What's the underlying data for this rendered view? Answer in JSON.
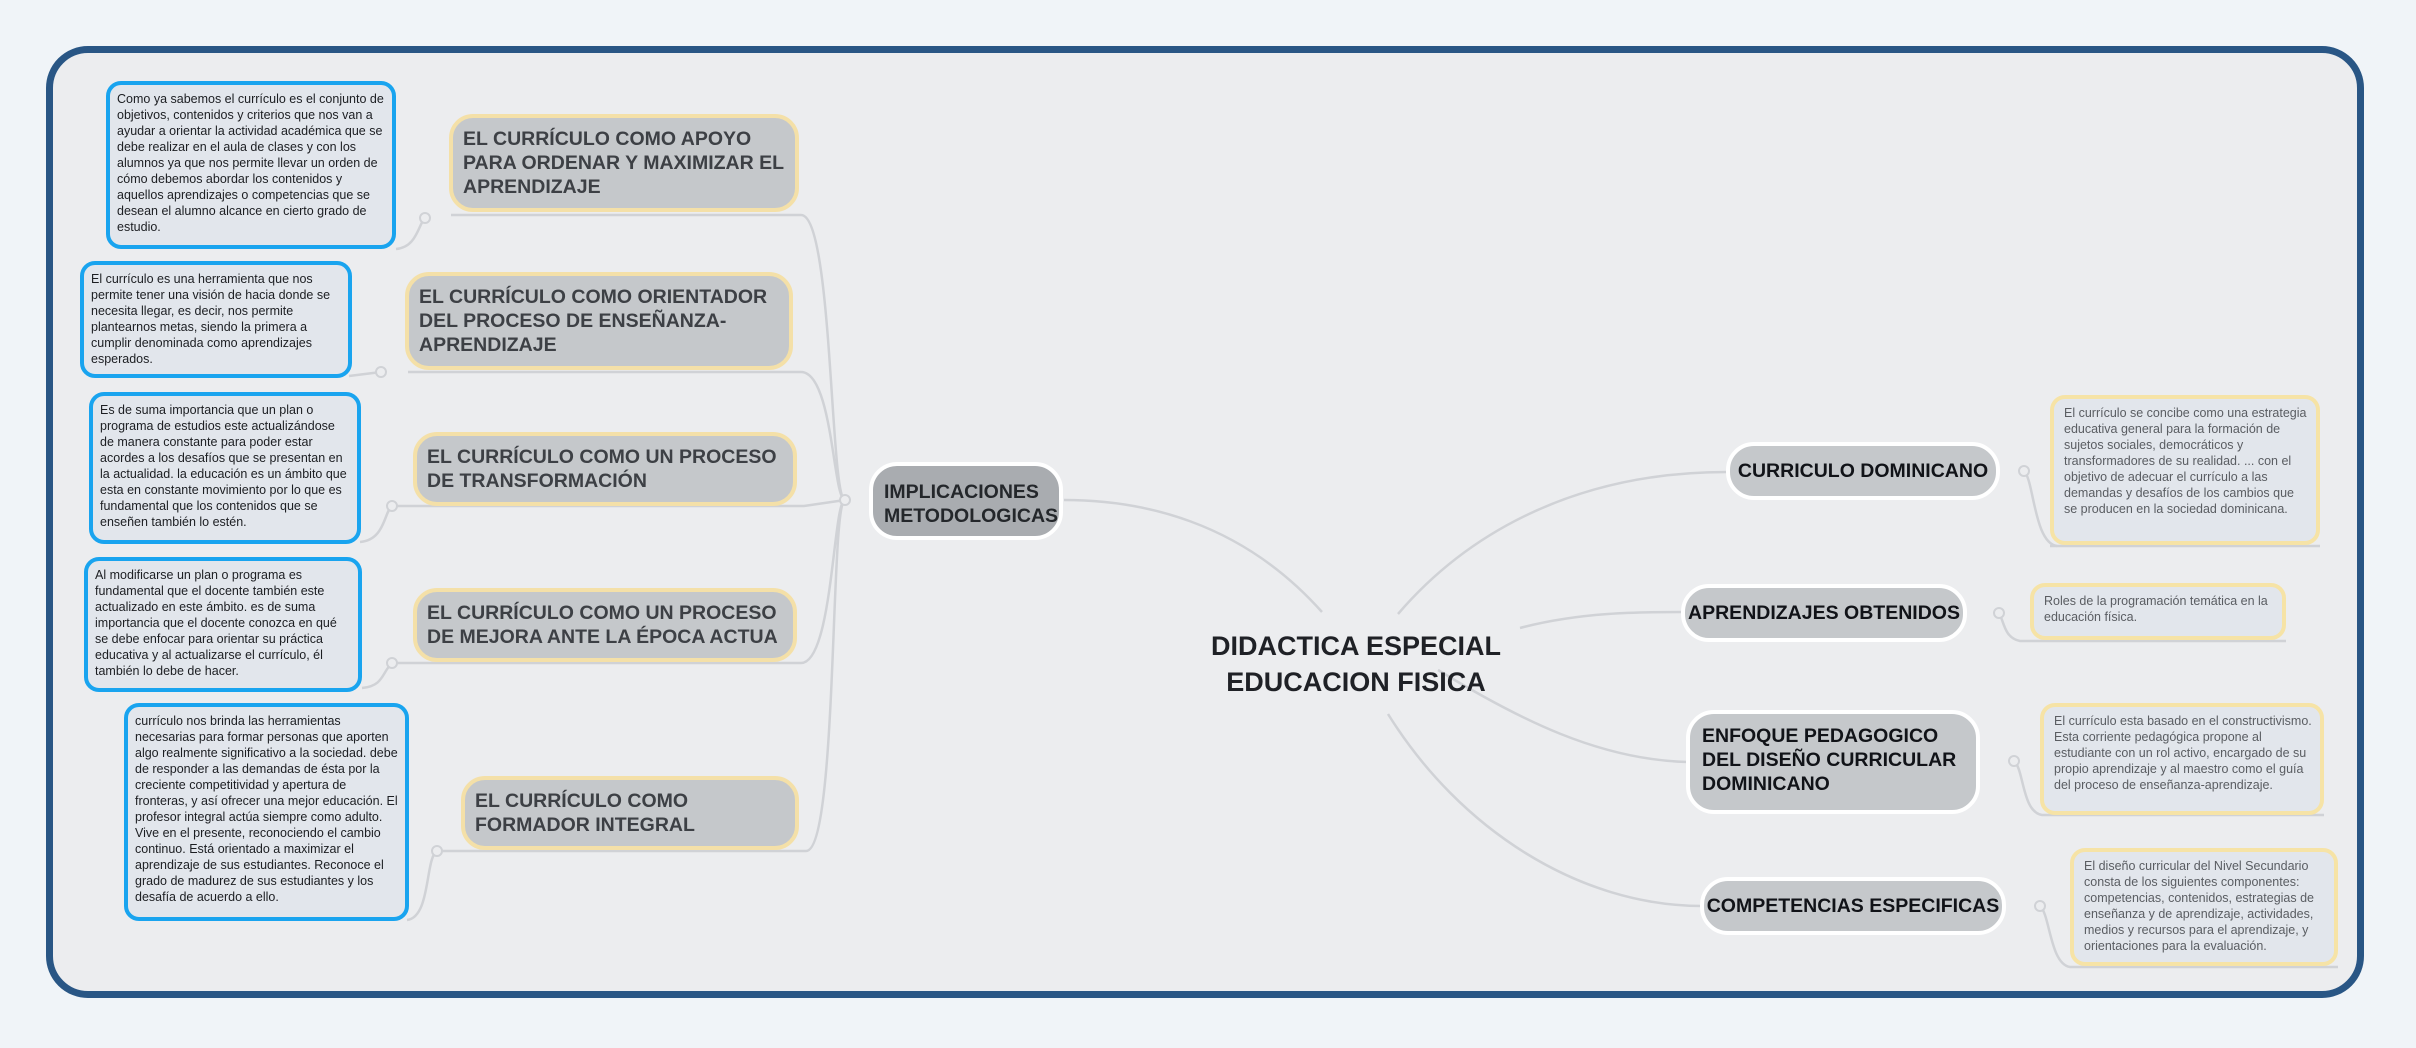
{
  "central": {
    "line1": "DIDACTICA ESPECIAL",
    "line2": "EDUCACION FISICA"
  },
  "hub": {
    "line1": "IMPLICACIONES",
    "line2": "METODOLOGICAS"
  },
  "left_topics": [
    {
      "label": "EL CURRÍCULO COMO APOYO PARA ORDENAR Y MAXIMIZAR EL APRENDIZAJE",
      "note": "Como ya sabemos el currículo es el conjunto de objetivos, contenidos y criterios que nos van a ayudar a orientar la actividad académica que se debe realizar en el aula de clases y con los alumnos ya que nos permite llevar un orden de cómo debemos abordar los contenidos y aquellos aprendizajes o competencias que se desean el alumno alcance en cierto grado de estudio."
    },
    {
      "label": "EL CURRÍCULO COMO ORIENTADOR DEL PROCESO DE ENSEÑANZA-APRENDIZAJE",
      "note": "El currículo es una herramienta que nos permite tener una visión de hacia donde se necesita llegar, es decir, nos permite plantearnos metas, siendo la primera a cumplir denominada como aprendizajes esperados."
    },
    {
      "label": "EL CURRÍCULO COMO UN PROCESO DE TRANSFORMACIÓN",
      "note": "Es de suma importancia que un plan o programa de estudios este actualizándose de manera constante para poder estar acordes a los desafíos que se presentan en la actualidad. la educación es un ámbito que esta en constante movimiento por lo que es fundamental que los contenidos que se enseñen también lo estén."
    },
    {
      "label": "EL CURRÍCULO COMO UN PROCESO DE MEJORA ANTE LA ÉPOCA ACTUA",
      "note": "Al modificarse un plan o programa es fundamental que el docente también este actualizado en este ámbito. es de suma importancia que el docente conozca en qué se debe enfocar para orientar su práctica educativa y al actualizarse el currículo, él también lo debe de hacer."
    },
    {
      "label": "EL CURRÍCULO COMO FORMADOR INTEGRAL",
      "note": "currículo nos brinda las herramientas necesarias para formar personas que aporten algo realmente significativo a la sociedad. debe de responder a las demandas de ésta por la creciente competitividad y apertura de fronteras, y así ofrecer una mejor educación. El profesor integral actúa siempre como adulto. Vive en el presente, reconociendo el cambio continuo. Está orientado a maximizar el aprendizaje de sus estudiantes. Reconoce el grado de madurez de sus estudiantes y los desafía de acuerdo a ello."
    }
  ],
  "right_topics": [
    {
      "label": "CURRICULO DOMINICANO",
      "note": "El currículo se concibe como una estrategia educativa general para la formación de sujetos sociales, democráticos y transformadores de su realidad. ... con el objetivo de adecuar el currículo a las demandas y desafíos de los cambios que se producen en la sociedad dominicana."
    },
    {
      "label": "APRENDIZAJES OBTENIDOS",
      "note": "Roles de la programación temática en la educación física."
    },
    {
      "label": "ENFOQUE PEDAGOGICO DEL DISEÑO CURRICULAR DOMINICANO",
      "note": "El currículo esta basado en el constructivismo. Esta corriente pedagógica propone al estudiante con un rol activo, encargado de su propio aprendizaje y al maestro como el guía del proceso de enseñanza-aprendizaje."
    },
    {
      "label": "COMPETENCIAS ESPECIFICAS",
      "note": "El diseño curricular del Nivel Secundario consta de los siguientes componentes: competencias, contenidos, estrategias de enseñanza y de aprendizaje, actividades, medios y recursos para el aprendizaje, y orientaciones para la evaluación."
    }
  ],
  "colors": {
    "frame": "#295685",
    "note_border_left": "#19a4ef",
    "note_border_right": "#f6e3a6",
    "topic_fill": "#c5c8cb",
    "hub_fill": "#a9acb0"
  }
}
